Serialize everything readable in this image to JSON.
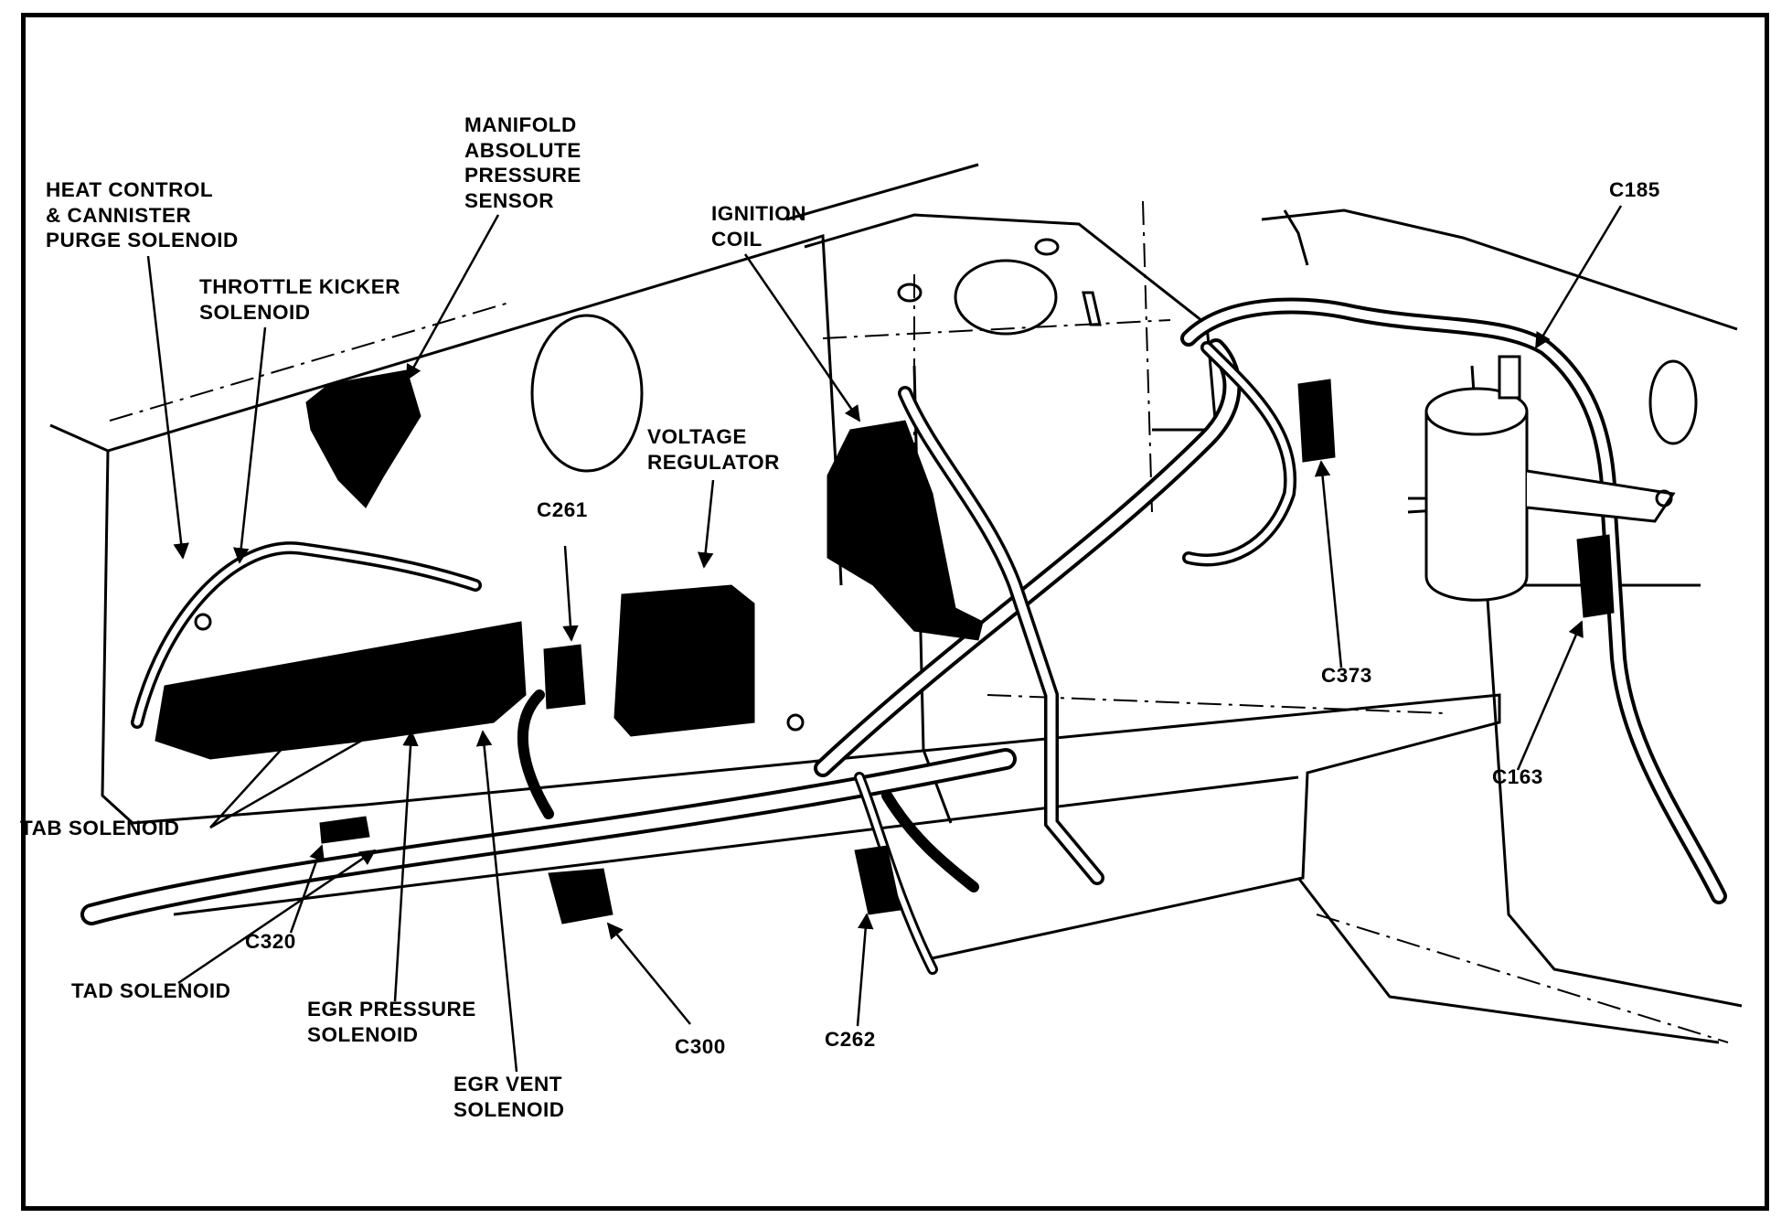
{
  "diagram": {
    "labels": {
      "map_sensor": [
        "MANIFOLD",
        "ABSOLUTE",
        "PRESSURE",
        "SENSOR"
      ],
      "heat_control": [
        "HEAT CONTROL",
        "& CANNISTER",
        "PURGE SOLENOID"
      ],
      "throttle_kicker": [
        "THROTTLE KICKER",
        "SOLENOID"
      ],
      "ignition_coil": [
        "IGNITION",
        "COIL"
      ],
      "c185": "C185",
      "voltage_regulator": [
        "VOLTAGE",
        "REGULATOR"
      ],
      "c261": "C261",
      "c373": "C373",
      "c163": "C163",
      "tab_solenoid": "TAB SOLENOID",
      "c320": "C320",
      "tad_solenoid": "TAD SOLENOID",
      "egr_pressure": [
        "EGR PRESSURE",
        "SOLENOID"
      ],
      "c300": "C300",
      "c262": "C262",
      "egr_vent": [
        "EGR VENT",
        "SOLENOID"
      ]
    },
    "colors": {
      "ink": "#000000",
      "paper": "#ffffff"
    }
  }
}
